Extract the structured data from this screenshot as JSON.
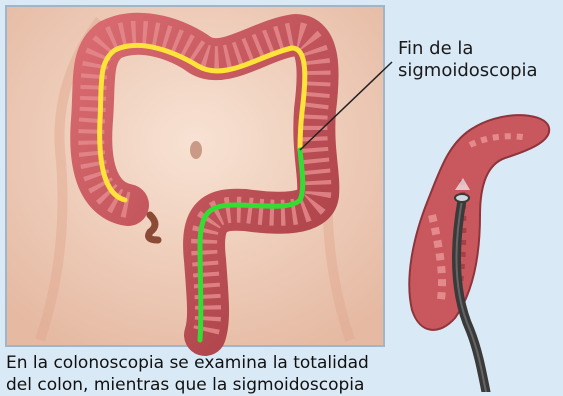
{
  "callout": {
    "line1": "Fin de la",
    "line2": "sigmoidoscopia"
  },
  "caption": {
    "line1": "En la colonoscopia se examina la totalidad",
    "line2": "del colon, mientras que la sigmoidoscopia"
  },
  "colors": {
    "background": "#d9e9f6",
    "panel_border": "#9fb6c8",
    "skin": "#f3d6c4",
    "colon": "#c9585e",
    "colon_inner": "#e48a8c",
    "colonoscopy_path": "#ffe23a",
    "sigmoidoscopy_path": "#33dd33",
    "endoscope": "#3a3a3a"
  },
  "icons": [
    "endoscope-icon"
  ]
}
